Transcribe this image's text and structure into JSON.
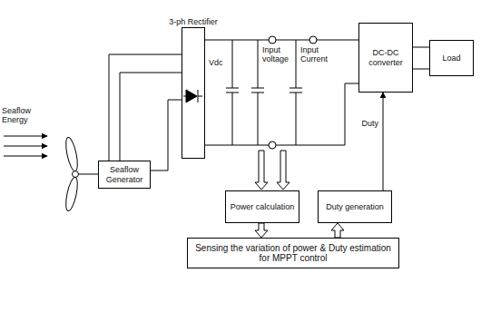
{
  "diagram": {
    "nodes": [
      {
        "text": [
          "3-ph Rectifier"
        ]
      },
      {
        "text": [
          "DC-DC converter"
        ]
      },
      {
        "text": [
          "Load"
        ]
      },
      {
        "text": [
          "Seaflow Generator"
        ]
      },
      {
        "text": [
          "Power calculation"
        ]
      },
      {
        "text": [
          "Duty generation"
        ]
      },
      {
        "text": [
          "Sensing the variation of power & Duty estimation for MPPT control"
        ]
      }
    ],
    "edges": [
      {
        "from": 3,
        "to": 0,
        "arrow": "none"
      },
      {
        "from": 0,
        "to": 1,
        "arrow": "none"
      },
      {
        "from": 1,
        "to": 2,
        "arrow": "none"
      },
      {
        "from": 4,
        "to": 6,
        "arrow": "to"
      },
      {
        "from": 6,
        "to": 5,
        "arrow": "to"
      },
      {
        "from": 5,
        "to": 1,
        "arrow": "to",
        "label": "Duty"
      }
    ],
    "labels": [
      "Seaflow Energy",
      "Vdc",
      "Input voltage",
      "Input Current"
    ]
  }
}
